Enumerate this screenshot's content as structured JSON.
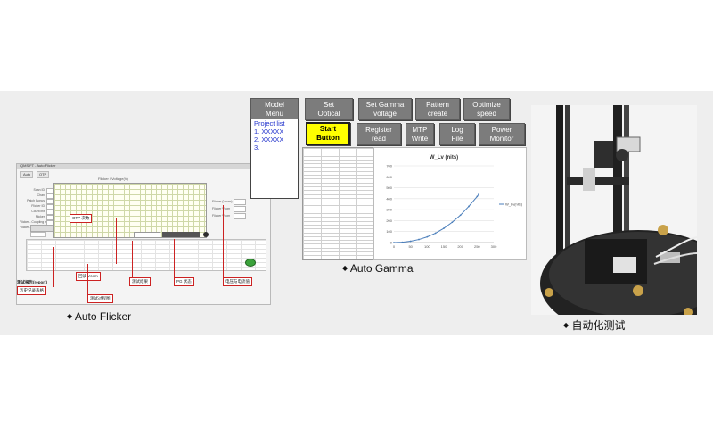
{
  "flicker": {
    "window_title": "QMS FT - Auto Flicker",
    "tabs": [
      "Auto",
      "OTP"
    ],
    "fields": [
      "Scan ID",
      "Chan",
      "Patch Bonus",
      "Flicker ID",
      "Count init",
      "Flicker",
      "Flicker - Coupling min",
      "Flicker - Coupling max"
    ],
    "chart_title": "Flicker / Voltage(V)",
    "right_labels": [
      "Flicker (Vcom)",
      "Flicker Vcom",
      "Flicker Vcom"
    ],
    "callouts": {
      "otp": "OTP 次数",
      "vcom": "回读 Vcom",
      "result": "测试结果",
      "pg": "PG 状态",
      "voltage": "电压与电流值",
      "report": "测试报告(report)",
      "history": "历史记录表格",
      "process": "测试过程图"
    }
  },
  "gamma": {
    "buttons": {
      "model_menu": "Model\nMenu",
      "set_optical": "Set\nOptical",
      "set_gamma_voltage": "Set Gamma\nvoltage",
      "pattern_create": "Pattern\ncreate",
      "optimize_speed": "Optimize\nspeed",
      "start_button": "Start\nButton",
      "register_read": "Register\nread",
      "mtp_write": "MTP\nWrite",
      "log_file": "Log\nFile",
      "power_monitor": "Power\nMonitor"
    },
    "project_list": {
      "title": "Project list",
      "items": [
        "1. XXXXX",
        "2. XXXXX",
        "3."
      ]
    }
  },
  "chart_data": {
    "type": "line",
    "title": "W_Lv (nits)",
    "x": [
      0,
      25,
      50,
      75,
      100,
      125,
      150,
      175,
      200,
      225,
      250,
      255
    ],
    "series": [
      {
        "name": "W_Lv(nits)",
        "values": [
          0,
          3,
          12,
          28,
          52,
          86,
          130,
          185,
          250,
          330,
          420,
          440
        ]
      }
    ],
    "xlim": [
      0,
      300
    ],
    "ylim": [
      0,
      700
    ],
    "xticks": [
      0,
      50,
      100,
      150,
      200,
      250,
      300
    ],
    "yticks": [
      0,
      100,
      200,
      300,
      400,
      500,
      600,
      700
    ],
    "grid": true,
    "legend": "right",
    "line_color": "#4a7ebb"
  },
  "captions": {
    "flicker": "Auto Flicker",
    "gamma": "Auto Gamma",
    "auto_test": "自动化测试",
    "bullet": "◆"
  }
}
